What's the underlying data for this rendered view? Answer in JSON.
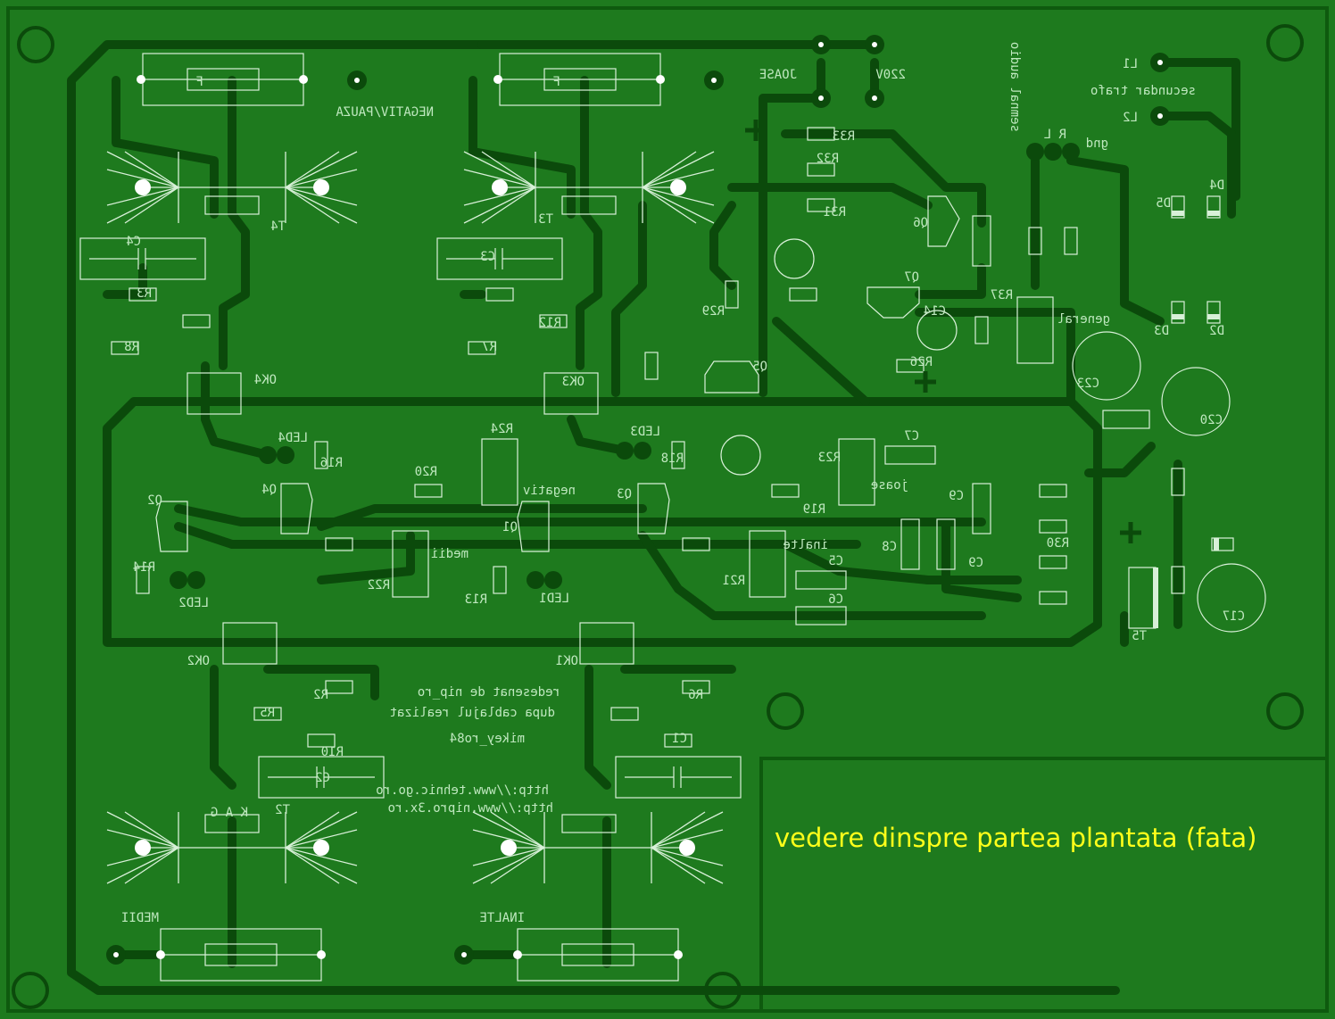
{
  "caption": "vedere dinspre partea plantata (fata)",
  "colors": {
    "board": "#1e7a1e",
    "trace": "#0b4a0b",
    "silk": "#d8f0d8",
    "caption": "#ffff1a"
  },
  "mirrored_labels": {
    "negativ_pauza": "NEGATIV/PAUZA",
    "joase_top": "JOASE",
    "v220": "220V",
    "l1": "L1",
    "secundar_trafo": "secundar trafo",
    "l2": "L2",
    "semnal_audio": "semnal audio",
    "gnd": "gnd",
    "r_l": "R L",
    "general": "general",
    "negativ": "negativ",
    "joase": "joase",
    "medii": "medii",
    "inalte": "inalte",
    "medii_caps": "MEDII",
    "inalte_caps": "INALTE",
    "credit1": "redesenat de nip_ro",
    "credit2": "dupa cablajul realizat",
    "credit3": "mikey_ro84",
    "url1": "http://www.tehnic.go.ro",
    "url2": "http://www.nipro.3x.ro"
  },
  "components": [
    {
      "id": "f_tl",
      "label": "F"
    },
    {
      "id": "f_tc",
      "label": "F"
    },
    {
      "id": "t4",
      "label": "T4"
    },
    {
      "id": "t3",
      "label": "T3"
    },
    {
      "id": "t2",
      "label": "T2"
    },
    {
      "id": "c4",
      "label": "C4"
    },
    {
      "id": "c3",
      "label": "C3"
    },
    {
      "id": "c2",
      "label": "C2"
    },
    {
      "id": "c1",
      "label": "C1"
    },
    {
      "id": "ok4",
      "label": "OK4"
    },
    {
      "id": "ok3",
      "label": "OK3"
    },
    {
      "id": "ok2",
      "label": "OK2"
    },
    {
      "id": "ok1",
      "label": "OK1"
    },
    {
      "id": "led4",
      "label": "LED4"
    },
    {
      "id": "led3",
      "label": "LED3"
    },
    {
      "id": "led2",
      "label": "LED2"
    },
    {
      "id": "led1",
      "label": "LED1"
    },
    {
      "id": "q1",
      "label": "Q1"
    },
    {
      "id": "q2",
      "label": "Q2"
    },
    {
      "id": "q3",
      "label": "Q3"
    },
    {
      "id": "q4",
      "label": "Q4"
    },
    {
      "id": "q5",
      "label": "Q5"
    },
    {
      "id": "q6",
      "label": "Q6"
    },
    {
      "id": "q7",
      "label": "Q7"
    },
    {
      "id": "r2",
      "label": "R2"
    },
    {
      "id": "r3",
      "label": "R3"
    },
    {
      "id": "r5",
      "label": "R5"
    },
    {
      "id": "r6",
      "label": "R6"
    },
    {
      "id": "r7",
      "label": "R7"
    },
    {
      "id": "r8",
      "label": "R8"
    },
    {
      "id": "r10",
      "label": "R10"
    },
    {
      "id": "r12",
      "label": "R12"
    },
    {
      "id": "r13",
      "label": "R13"
    },
    {
      "id": "r14",
      "label": "R14"
    },
    {
      "id": "r16",
      "label": "R16"
    },
    {
      "id": "r18",
      "label": "R18"
    },
    {
      "id": "r19",
      "label": "R19"
    },
    {
      "id": "r20",
      "label": "R20"
    },
    {
      "id": "r21",
      "label": "R21"
    },
    {
      "id": "r22",
      "label": "R22"
    },
    {
      "id": "r23",
      "label": "R23"
    },
    {
      "id": "r24",
      "label": "R24"
    },
    {
      "id": "r26",
      "label": "R26"
    },
    {
      "id": "r29",
      "label": "R29"
    },
    {
      "id": "r30",
      "label": "R30"
    },
    {
      "id": "r31",
      "label": "R31"
    },
    {
      "id": "r32",
      "label": "R32"
    },
    {
      "id": "r33",
      "label": "R33"
    },
    {
      "id": "r37",
      "label": "R37"
    },
    {
      "id": "c5",
      "label": "C5"
    },
    {
      "id": "c6",
      "label": "C6"
    },
    {
      "id": "c7",
      "label": "C7"
    },
    {
      "id": "c8",
      "label": "C8"
    },
    {
      "id": "c9",
      "label": "C9"
    },
    {
      "id": "c9b",
      "label": "C9"
    },
    {
      "id": "c14",
      "label": "C14"
    },
    {
      "id": "c17",
      "label": "C17"
    },
    {
      "id": "c20",
      "label": "C20"
    },
    {
      "id": "c23",
      "label": "C23"
    },
    {
      "id": "d2",
      "label": "D2"
    },
    {
      "id": "d3",
      "label": "D3"
    },
    {
      "id": "d4",
      "label": "D4"
    },
    {
      "id": "d5",
      "label": "D5"
    },
    {
      "id": "t5",
      "label": "T5"
    },
    {
      "id": "kag",
      "label": "K A G"
    }
  ]
}
